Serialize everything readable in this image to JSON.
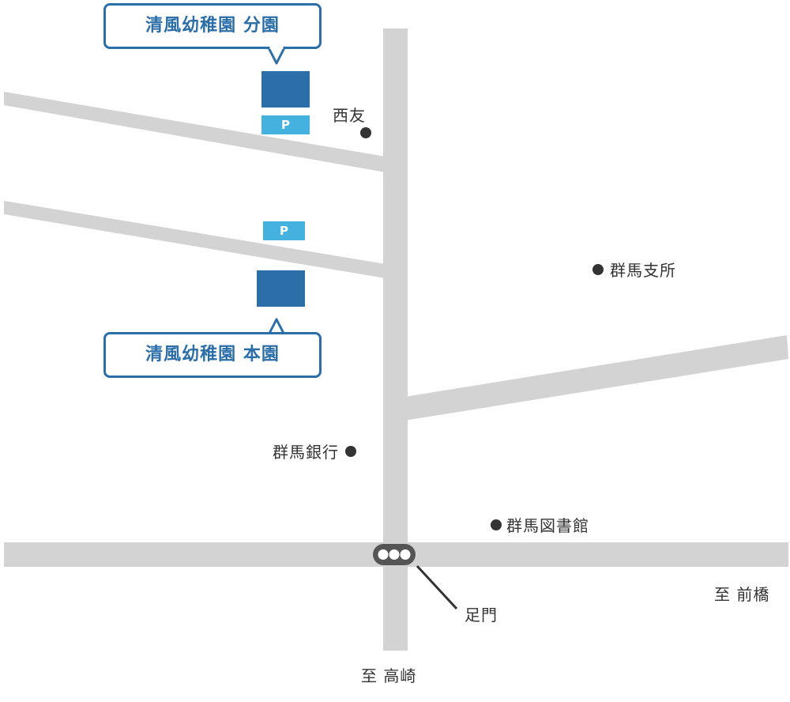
{
  "kindergartens": {
    "branch": {
      "name": "清風幼稚園 分園",
      "parking_label": "P"
    },
    "main": {
      "name": "清風幼稚園 本園",
      "parking_label": "P"
    }
  },
  "landmarks": {
    "nishitomo": "西友",
    "gunma_branch_office": "群馬支所",
    "gunma_bank": "群馬銀行",
    "gunma_library": "群馬図書館"
  },
  "intersection": {
    "name": "足門"
  },
  "directions": {
    "east": "至 前橋",
    "south": "至 高崎"
  },
  "colors": {
    "road": "#d3d3d3",
    "building": "#2b6ea8",
    "parking": "#44b2de",
    "callout_border": "#2b6ea8",
    "text": "#333333",
    "signal": "#555555"
  },
  "icons": {
    "traffic_signal": "traffic-signal-icon",
    "landmark": "dot-icon"
  }
}
